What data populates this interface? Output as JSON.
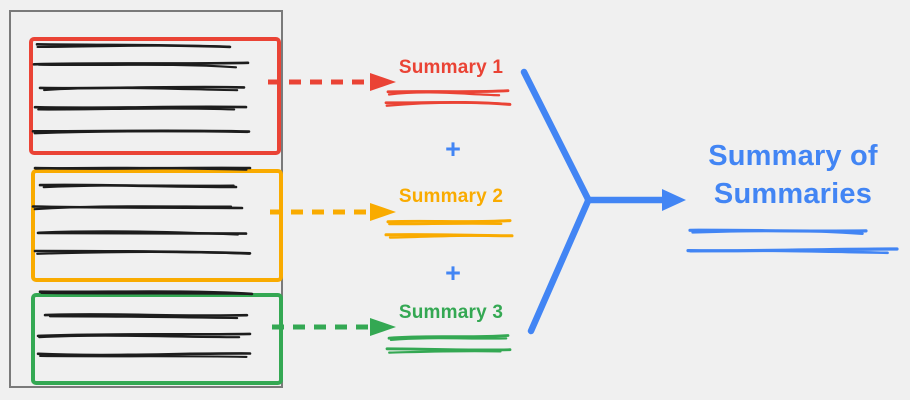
{
  "colors": {
    "background": "#f0f0f0",
    "frame": "#7a7a7a",
    "ink": "#1d1d1d",
    "red": "#ea4335",
    "yellow": "#f9ab00",
    "green": "#34a853",
    "blue": "#4285f4"
  },
  "source_document": {
    "chunks": [
      {
        "name": "chunk-1",
        "color": "red",
        "text_line_count": 5
      },
      {
        "name": "chunk-2",
        "color": "yellow",
        "text_line_count": 5
      },
      {
        "name": "chunk-3",
        "color": "green",
        "text_line_count": 4
      }
    ]
  },
  "summaries": [
    {
      "label": "Summary 1",
      "color": "red"
    },
    {
      "label": "Summary 2",
      "color": "yellow"
    },
    {
      "label": "Summary 3",
      "color": "green"
    }
  ],
  "plus_sign": "+",
  "result": {
    "line1": "Summary of",
    "line2": "Summaries",
    "color": "blue"
  }
}
